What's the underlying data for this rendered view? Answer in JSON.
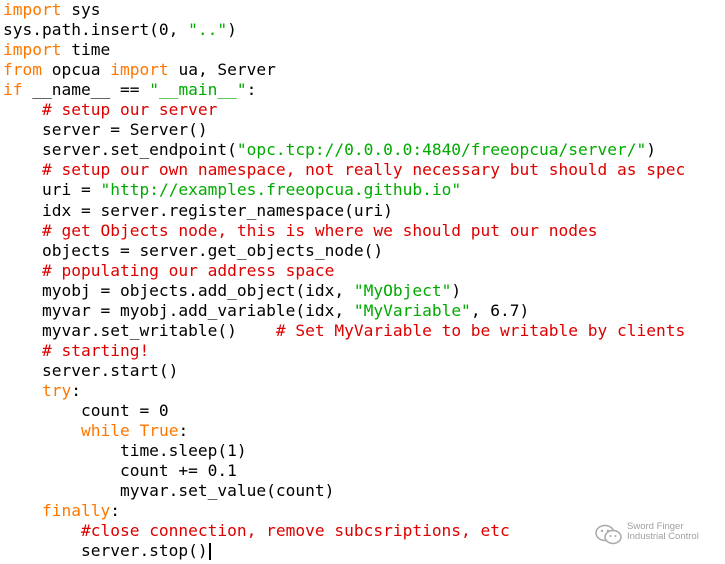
{
  "code": {
    "lines": [
      [
        {
          "t": "import",
          "c": "kw"
        },
        {
          "t": " sys",
          "c": "plain"
        }
      ],
      [
        {
          "t": "sys.path.insert(0, ",
          "c": "plain"
        },
        {
          "t": "\"..\"",
          "c": "str"
        },
        {
          "t": ")",
          "c": "plain"
        }
      ],
      [
        {
          "t": "import",
          "c": "kw"
        },
        {
          "t": " time",
          "c": "plain"
        }
      ],
      [
        {
          "t": "from",
          "c": "kw"
        },
        {
          "t": " opcua ",
          "c": "plain"
        },
        {
          "t": "import",
          "c": "kw"
        },
        {
          "t": " ua, Server",
          "c": "plain"
        }
      ],
      [
        {
          "t": "if",
          "c": "kw"
        },
        {
          "t": " __name__ == ",
          "c": "plain"
        },
        {
          "t": "\"__main__\"",
          "c": "str"
        },
        {
          "t": ":",
          "c": "plain"
        }
      ],
      [
        {
          "t": "    ",
          "c": "plain"
        },
        {
          "t": "# setup our server",
          "c": "cmt"
        }
      ],
      [
        {
          "t": "    server = Server()",
          "c": "plain"
        }
      ],
      [
        {
          "t": "    server.set_endpoint(",
          "c": "plain"
        },
        {
          "t": "\"opc.tcp://0.0.0.0:4840/freeopcua/server/\"",
          "c": "str"
        },
        {
          "t": ")",
          "c": "plain"
        }
      ],
      [
        {
          "t": "    ",
          "c": "plain"
        },
        {
          "t": "# setup our own namespace, not really necessary but should as spec",
          "c": "cmt"
        }
      ],
      [
        {
          "t": "    uri = ",
          "c": "plain"
        },
        {
          "t": "\"http://examples.freeopcua.github.io\"",
          "c": "str"
        }
      ],
      [
        {
          "t": "    idx = server.register_namespace(uri)",
          "c": "plain"
        }
      ],
      [
        {
          "t": "    ",
          "c": "plain"
        },
        {
          "t": "# get Objects node, this is where we should put our nodes",
          "c": "cmt"
        }
      ],
      [
        {
          "t": "    objects = server.get_objects_node()",
          "c": "plain"
        }
      ],
      [
        {
          "t": "    ",
          "c": "plain"
        },
        {
          "t": "# populating our address space",
          "c": "cmt"
        }
      ],
      [
        {
          "t": "    myobj = objects.add_object(idx, ",
          "c": "plain"
        },
        {
          "t": "\"MyObject\"",
          "c": "str"
        },
        {
          "t": ")",
          "c": "plain"
        }
      ],
      [
        {
          "t": "    myvar = myobj.add_variable(idx, ",
          "c": "plain"
        },
        {
          "t": "\"MyVariable\"",
          "c": "str"
        },
        {
          "t": ", 6.7)",
          "c": "plain"
        }
      ],
      [
        {
          "t": "    myvar.set_writable()    ",
          "c": "plain"
        },
        {
          "t": "# Set MyVariable to be writable by clients",
          "c": "cmt"
        }
      ],
      [
        {
          "t": "    ",
          "c": "plain"
        },
        {
          "t": "# starting!",
          "c": "cmt"
        }
      ],
      [
        {
          "t": "    server.start()",
          "c": "plain"
        }
      ],
      [
        {
          "t": "    ",
          "c": "plain"
        },
        {
          "t": "try",
          "c": "kw"
        },
        {
          "t": ":",
          "c": "plain"
        }
      ],
      [
        {
          "t": "        count = 0",
          "c": "plain"
        }
      ],
      [
        {
          "t": "        ",
          "c": "plain"
        },
        {
          "t": "while",
          "c": "kw"
        },
        {
          "t": " ",
          "c": "plain"
        },
        {
          "t": "True",
          "c": "kw"
        },
        {
          "t": ":",
          "c": "plain"
        }
      ],
      [
        {
          "t": "            time.sleep(1)",
          "c": "plain"
        }
      ],
      [
        {
          "t": "            count += 0.1",
          "c": "plain"
        }
      ],
      [
        {
          "t": "            myvar.set_value(count)",
          "c": "plain"
        }
      ],
      [
        {
          "t": "    ",
          "c": "plain"
        },
        {
          "t": "finally",
          "c": "kw"
        },
        {
          "t": ":",
          "c": "plain"
        }
      ],
      [
        {
          "t": "        ",
          "c": "plain"
        },
        {
          "t": "#close connection, remove subcsriptions, etc",
          "c": "cmt"
        }
      ],
      [
        {
          "t": "        server.stop()",
          "c": "plain"
        }
      ]
    ],
    "caret_line": 27
  },
  "colors": {
    "keyword": "#ff7700",
    "string": "#00aa00",
    "comment": "#dd0000",
    "text": "#000000",
    "background": "#ffffff"
  },
  "watermark": {
    "text": "Sword Finger Industrial Control",
    "icon": "wechat-icon"
  }
}
